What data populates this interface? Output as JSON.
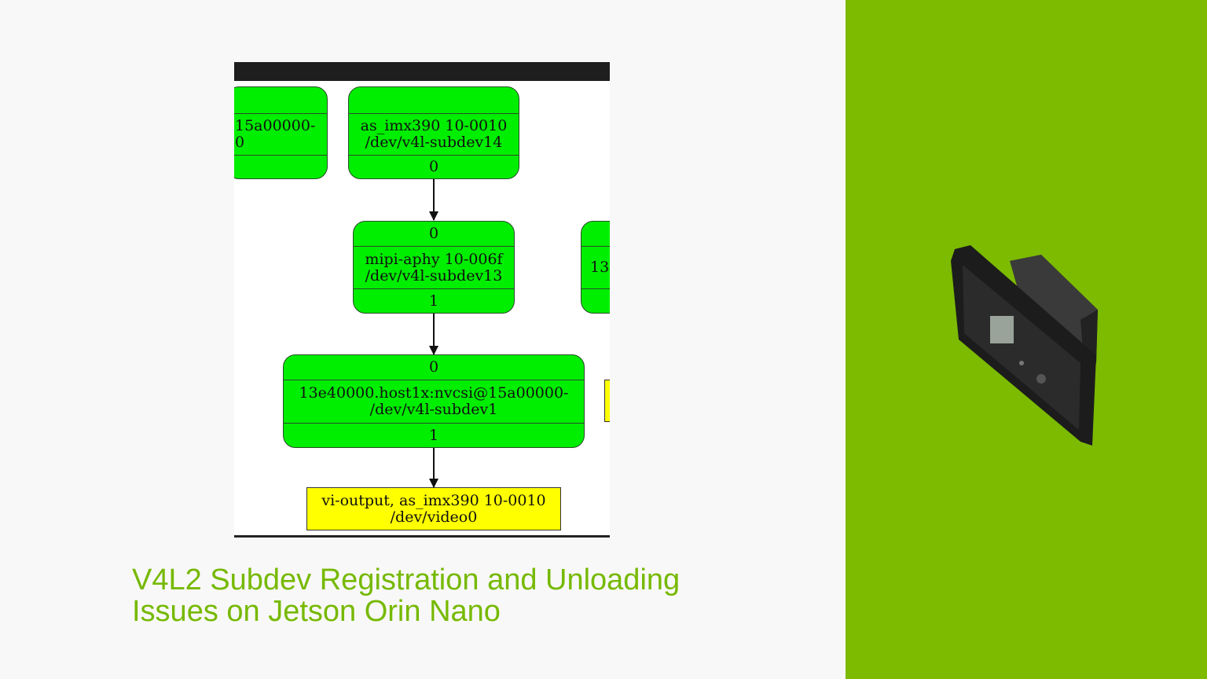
{
  "diagram": {
    "nodes": [
      {
        "id": "partial-left",
        "lines": [
          "15a00000-",
          "0"
        ]
      },
      {
        "id": "sensor",
        "top_pad": "",
        "lines": [
          "as_imx390 10-0010",
          "/dev/v4l-subdev14"
        ],
        "pad": "0"
      },
      {
        "id": "mipi",
        "in_pad": "0",
        "lines": [
          "mipi-aphy 10-006f",
          "/dev/v4l-subdev13"
        ],
        "out_pad": "1"
      },
      {
        "id": "partial-right",
        "lines": [
          "13"
        ]
      },
      {
        "id": "nvcsi",
        "in_pad": "0",
        "lines": [
          "13e40000.host1x:nvcsi@15a00000-",
          "/dev/v4l-subdev1"
        ],
        "out_pad": "1"
      },
      {
        "id": "vi-output",
        "lines": [
          "vi-output, as_imx390 10-0010",
          "/dev/video0"
        ]
      }
    ],
    "colors": {
      "subdev": "#00ee00",
      "video": "#ffff00"
    }
  },
  "title": {
    "line1": "V4L2 Subdev Registration and Unloading",
    "line2": "Issues on Jetson Orin Nano"
  },
  "colors": {
    "accent": "#76b900",
    "panel": "#7cbb00"
  },
  "image": {
    "icon": "jetson-orin-nano-device"
  }
}
